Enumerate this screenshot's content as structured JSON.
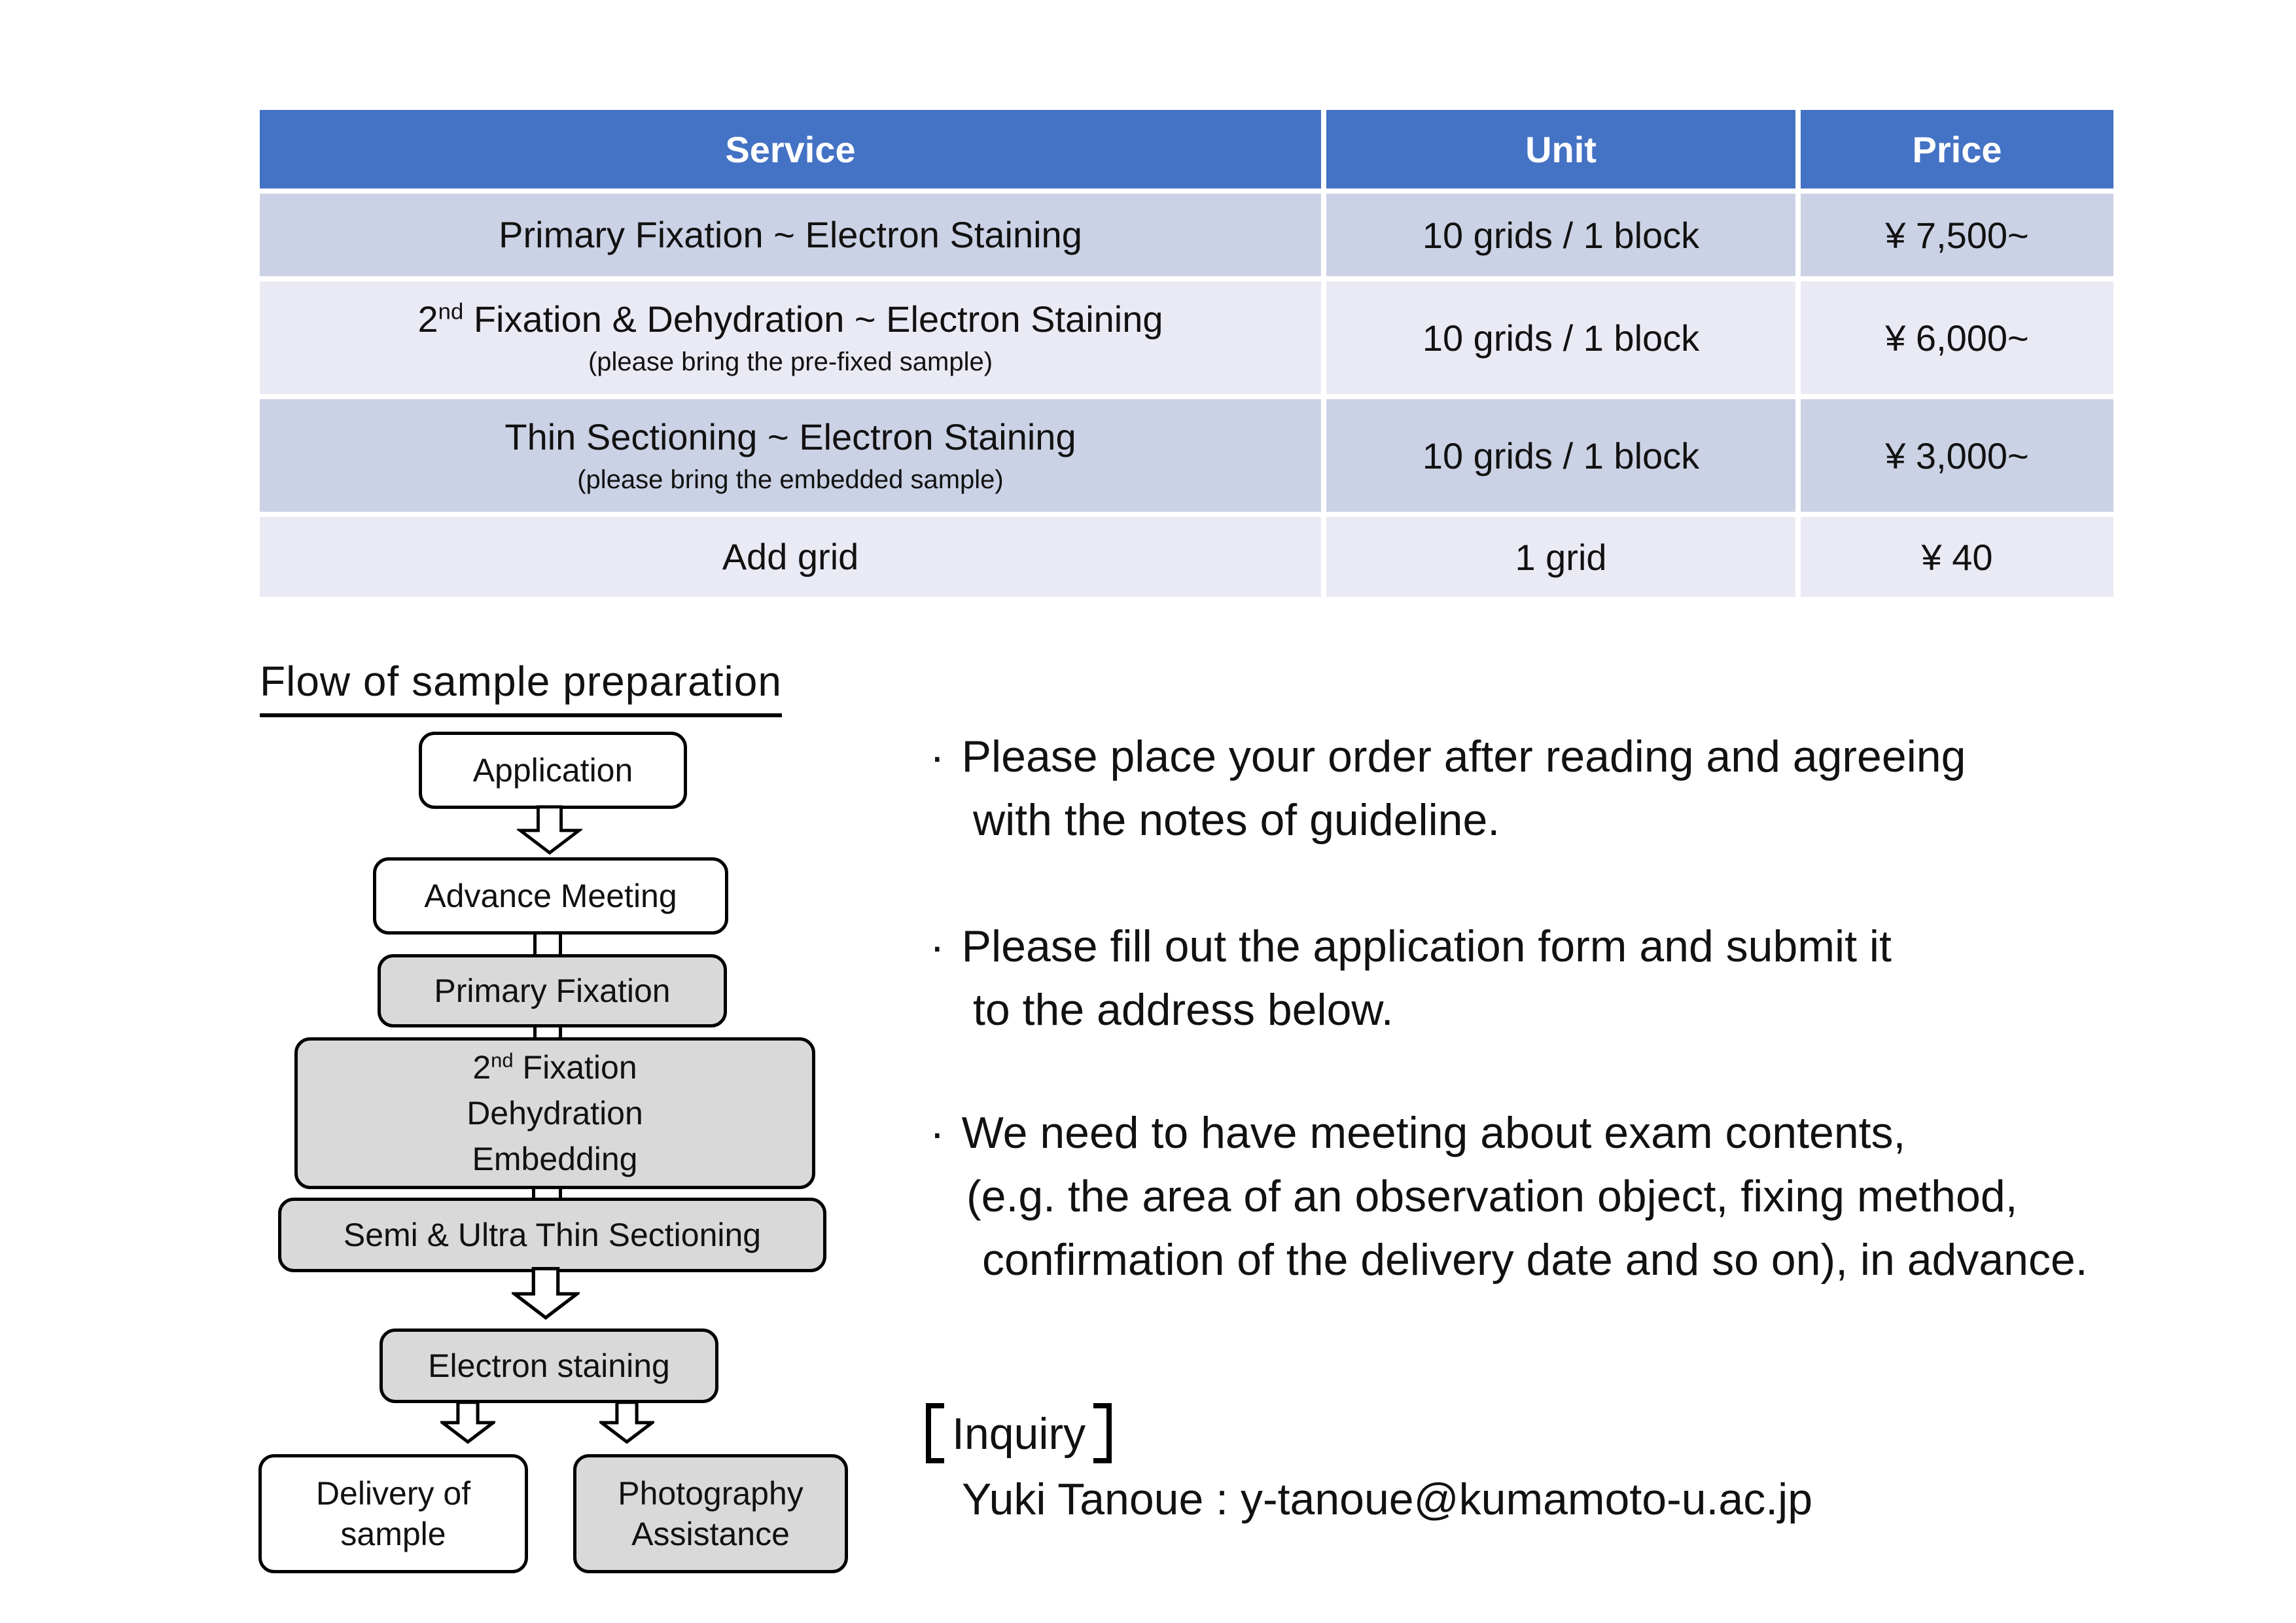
{
  "colors": {
    "header_bg": "#4472C4",
    "header_text": "#FFFFFF",
    "row_dark": "#CCD2E5",
    "row_light": "#E9EAF4",
    "flow_box_gray": "#D9D9D9",
    "flow_box_border": "#000000"
  },
  "table": {
    "columns": [
      "Service",
      "Unit",
      "Price"
    ],
    "rows": [
      {
        "service": "Primary Fixation ~ Electron Staining",
        "unit": "10 grids / 1 block",
        "price": "¥ 7,500~"
      },
      {
        "service_base": "2",
        "service_sup": "nd",
        "service_rest": " Fixation & Dehydration ~ Electron Staining",
        "note": "(please bring the pre-fixed sample)",
        "unit": "10 grids / 1 block",
        "price": "¥ 6,000~"
      },
      {
        "service": "Thin Sectioning ~ Electron Staining",
        "note": "(please bring the embedded sample)",
        "unit": "10 grids / 1 block",
        "price": "¥ 3,000~"
      },
      {
        "service": "Add  grid",
        "unit": "1 grid",
        "price": "¥ 40"
      }
    ]
  },
  "flow": {
    "title": "Flow of sample preparation",
    "nodes": {
      "application": "Application",
      "advance_meeting": "Advance Meeting",
      "primary_fixation": "Primary Fixation",
      "second_fixation": {
        "line1_base": "2",
        "line1_sup": "nd",
        "line1_rest": " Fixation",
        "line2": "Dehydration",
        "line3": "Embedding"
      },
      "semi_ultra": "Semi & Ultra Thin Sectioning",
      "electron_staining": "Electron staining",
      "delivery": {
        "line1": "Delivery of",
        "line2": "sample"
      },
      "photography": {
        "line1": "Photography",
        "line2": "Assistance"
      }
    }
  },
  "notes": {
    "bullets": [
      {
        "marker": "·",
        "line1": "Please place your order after reading and agreeing",
        "line2": "with the notes of guideline."
      },
      {
        "marker": "·",
        "line1": "Please fill out the application form and submit it",
        "line2": "to the address below."
      },
      {
        "marker": "·",
        "line1": "We need to have meeting about exam contents,",
        "line2": "(e.g.  the area of an observation object, fixing method,",
        "line3": "confirmation of the delivery date and so on), in advance."
      }
    ]
  },
  "inquiry": {
    "heading": "Inquiry",
    "contact": "Yuki Tanoue : y-tanoue@kumamoto-u.ac.jp"
  }
}
